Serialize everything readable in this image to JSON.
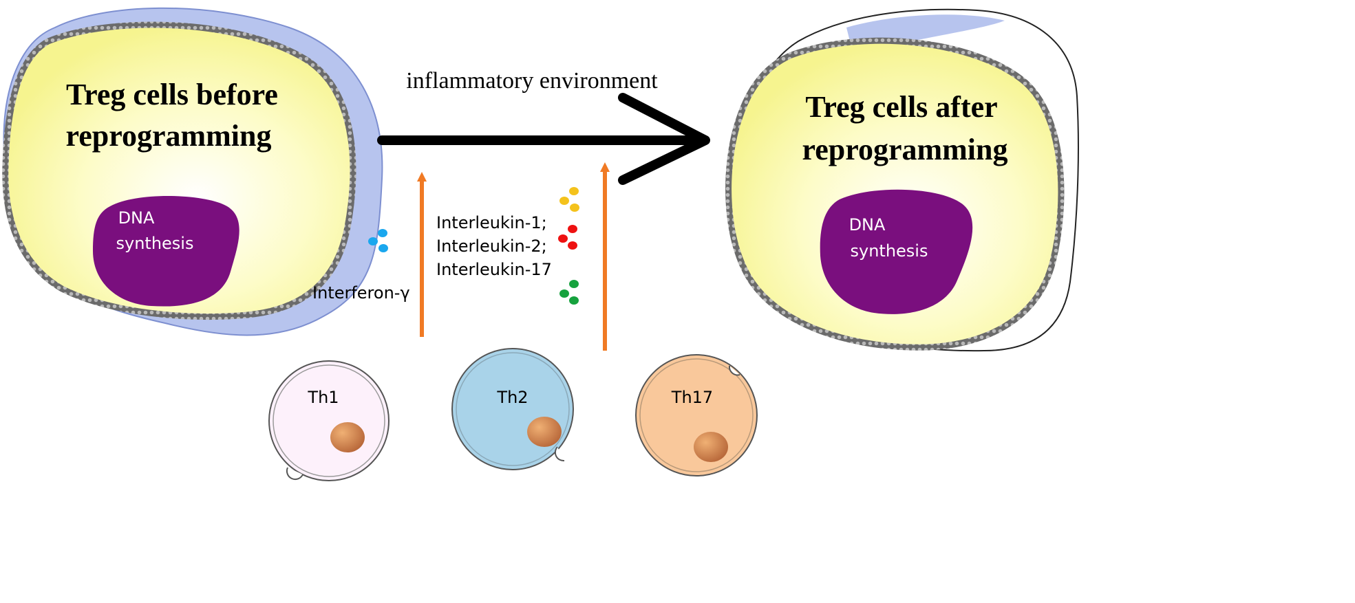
{
  "left_cell": {
    "title_line1": "Treg cells before",
    "title_line2": "reprogramming",
    "nucleus_line1": "DNA",
    "nucleus_line2": "synthesis"
  },
  "right_cell": {
    "title_line1": "Treg cells after",
    "title_line2": "reprogramming",
    "nucleus_line1": "DNA",
    "nucleus_line2": "synthesis"
  },
  "main_arrow_label": "inflammatory environment",
  "cytokines": {
    "interferon": "Interferon-γ",
    "interleukin_line1": "Interleukin-1;",
    "interleukin_line2": "Interleukin-2;",
    "interleukin_line3": "Interleukin-17"
  },
  "helper_cells": [
    {
      "label": "Th1",
      "fill": "#fdf1fb"
    },
    {
      "label": "Th2",
      "fill": "#a9d3e9"
    },
    {
      "label": "Th17",
      "fill": "#f9c89b"
    }
  ],
  "colors": {
    "cell_fill": "#fcfbb1",
    "membrane": "#555555",
    "envelope": "#b7c4ee",
    "nucleus": "#7a0f7e",
    "arrow_orange": "#f07a24",
    "dot_blue": "#1aa7ee",
    "dot_yellow": "#f4c21c",
    "dot_red": "#ee1111",
    "dot_green": "#16a23e",
    "helper_nucleus": "#c77a40"
  }
}
